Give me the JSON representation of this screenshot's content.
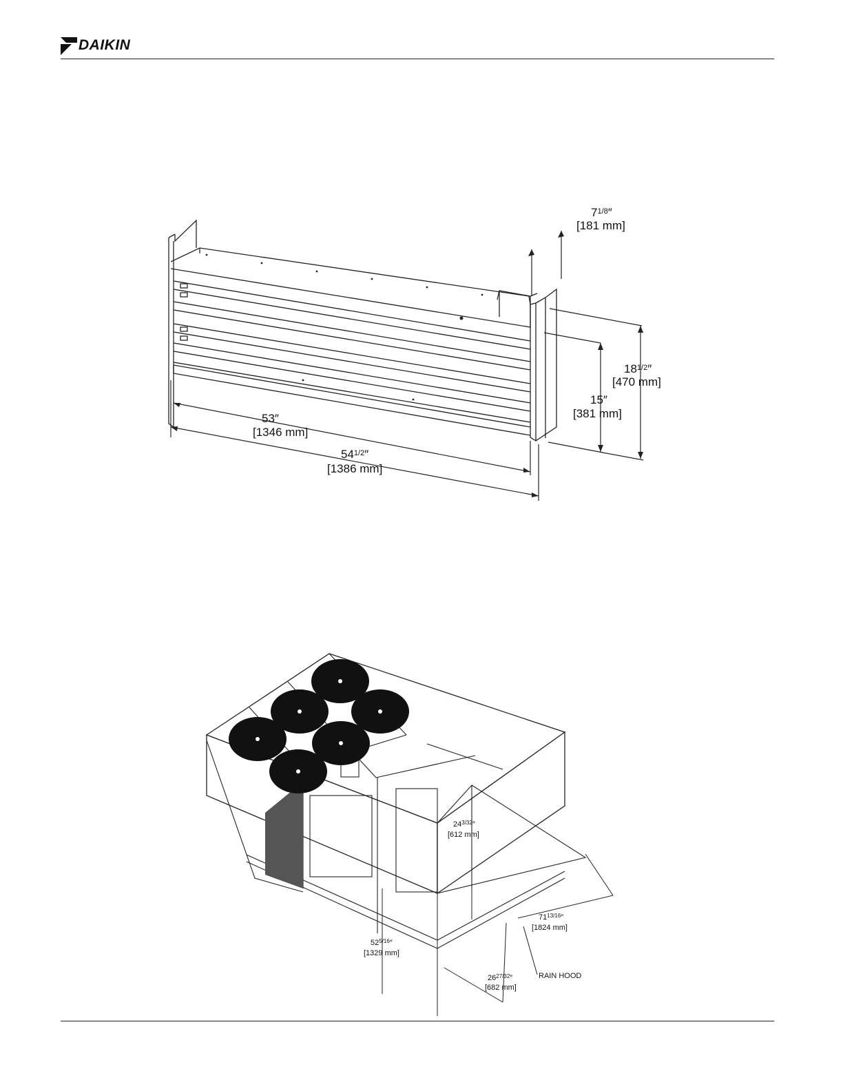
{
  "brand": {
    "logo_text": "DAIKIN"
  },
  "figure_top": {
    "dimensions": {
      "width_inner": {
        "in": "53″",
        "mm": "[1346 mm]"
      },
      "width_outer": {
        "in_whole": "54",
        "in_frac": "1/2",
        "in_mark": "″",
        "mm": "[1386 mm]"
      },
      "height_inner": {
        "in": "15″",
        "mm": "[381 mm]"
      },
      "height_outer": {
        "in_whole": "18",
        "in_frac": "1/2",
        "in_mark": "″",
        "mm": "[470 mm]"
      },
      "depth": {
        "in_whole": "7",
        "in_frac": "1/8",
        "in_mark": "″",
        "mm": "[181 mm]"
      }
    }
  },
  "figure_bottom": {
    "dimensions": {
      "hood_depth": {
        "in_whole": "24",
        "in_frac": "3/32",
        "in_mark": "″",
        "mm": "[612 mm]"
      },
      "hood_length": {
        "in_whole": "71",
        "in_frac": "13/16",
        "in_mark": "″",
        "mm": "[1824 mm]"
      },
      "unit_height": {
        "in_whole": "52",
        "in_frac": "5/16",
        "in_mark": "″",
        "mm": "[1329 mm]"
      },
      "hood_height": {
        "in_whole": "26",
        "in_frac": "27/32",
        "in_mark": "″",
        "mm": "[682 mm]"
      }
    },
    "callout": "RAIN HOOD",
    "fan_count": 6
  }
}
